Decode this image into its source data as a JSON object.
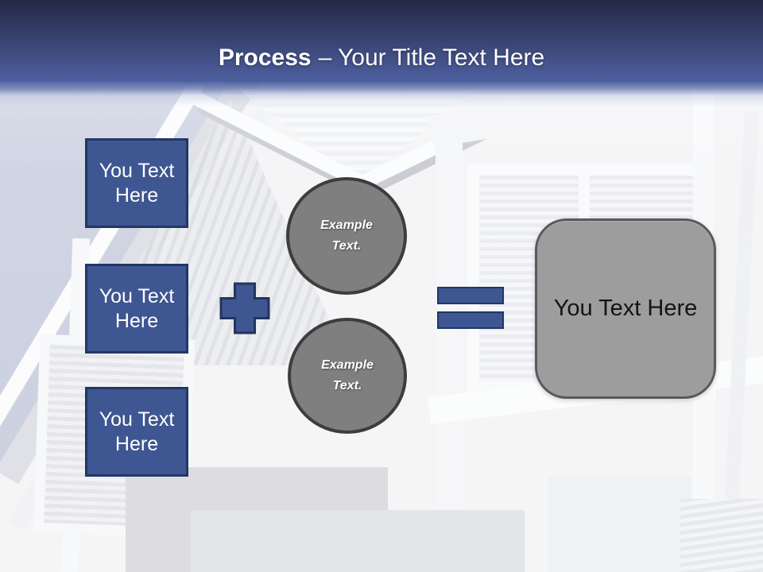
{
  "slide": {
    "header": {
      "title_bold": "Process",
      "title_rest": "– Your Title Text Here"
    },
    "process": {
      "input_boxes": [
        {
          "label": "You Text\nHere"
        },
        {
          "label": "You Text\nHere"
        },
        {
          "label": "You Text\nHere"
        }
      ],
      "example_circles": [
        {
          "label": "Example\nText."
        },
        {
          "label": "Example\nText."
        }
      ],
      "operators": {
        "plus": "plus-icon",
        "equals": "equals-icon"
      },
      "result_box": {
        "label": "You Text Here"
      }
    },
    "colors": {
      "accent_blue": "#3e5691",
      "border_navy": "#203864",
      "header_dark": "#222845",
      "header_blue": "#4d5e9e",
      "circle_gray": "#7f7f7f",
      "circle_border": "#3d3d3d",
      "result_gray": "#9d9d9d",
      "result_border": "#595959",
      "title_color": "#ffffff",
      "sky_tint": "#c6cbde"
    },
    "background": {
      "description": "Faded white residential house exterior photo"
    }
  }
}
